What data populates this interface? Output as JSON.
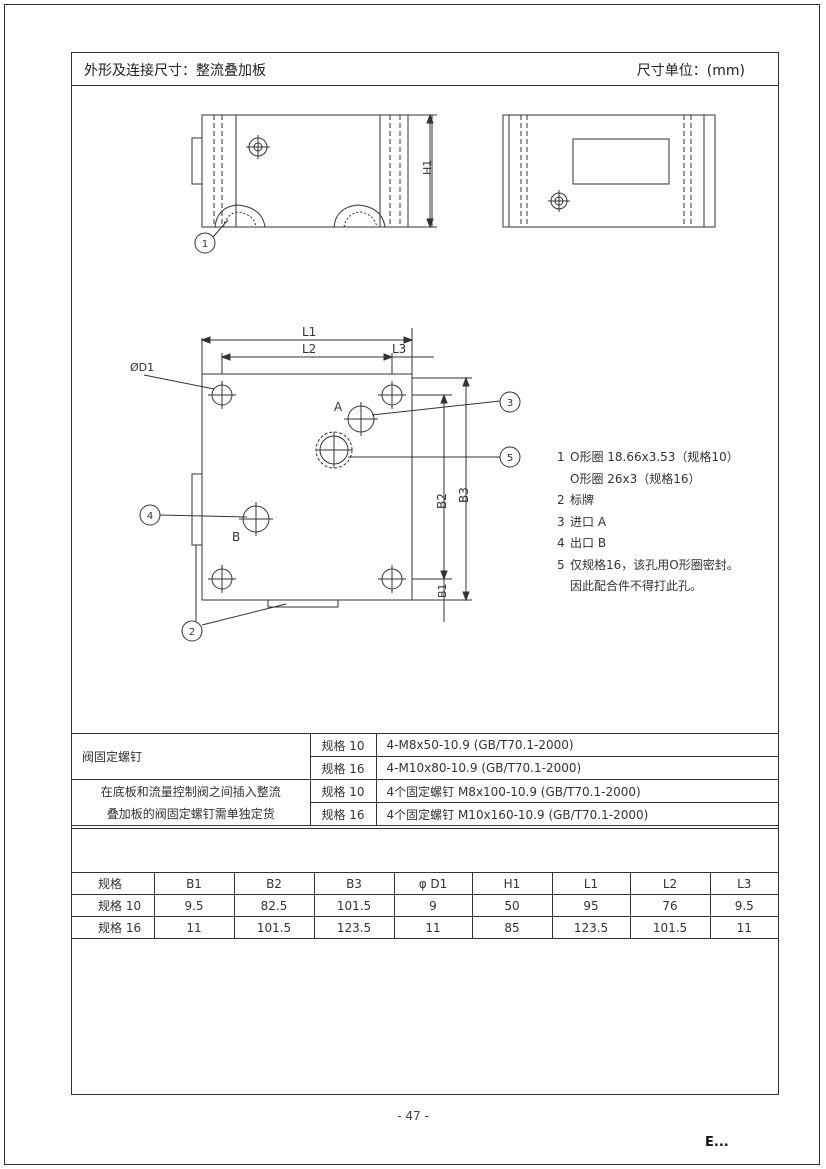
{
  "header": {
    "title": "外形及连接尺寸：整流叠加板",
    "unit": "尺寸单位：(mm)"
  },
  "drawing": {
    "callouts": [
      "1",
      "2",
      "3",
      "4",
      "5"
    ],
    "dim_labels": {
      "h1": "H1",
      "l1": "L1",
      "l2": "L2",
      "l3": "L3",
      "d1": "ØD1",
      "b1": "B1",
      "b2": "B2",
      "b3": "B3",
      "port_a": "A",
      "port_b": "B"
    }
  },
  "legend": [
    {
      "num": "1",
      "text": "O形圈 18.66x3.53（规格10）"
    },
    {
      "num": "",
      "text": "O形圈 26x3（规格16）"
    },
    {
      "num": "2",
      "text": "标牌"
    },
    {
      "num": "3",
      "text": "进口 A"
    },
    {
      "num": "4",
      "text": "出口 B"
    },
    {
      "num": "5",
      "text": "仅规格16，该孔用O形圈密封。"
    },
    {
      "num": "",
      "text": "因此配合件不得打此孔。"
    }
  ],
  "screws": {
    "title": "阀固定螺钉",
    "note_line1": "在底板和流量控制阀之间插入整流",
    "note_line2": "叠加板的阀固定螺钉需单独定货",
    "rows": [
      {
        "size": "规格 10",
        "value": "4-M8x50-10.9 (GB/T70.1-2000)"
      },
      {
        "size": "规格 16",
        "value": "4-M10x80-10.9 (GB/T70.1-2000)"
      },
      {
        "size": "规格 10",
        "value": "4个固定螺钉   M8x100-10.9 (GB/T70.1-2000)"
      },
      {
        "size": "规格 16",
        "value": "4个固定螺钉   M10x160-10.9 (GB/T70.1-2000)"
      }
    ]
  },
  "dimensions": {
    "headers": [
      "规格",
      "B1",
      "B2",
      "B3",
      "φ D1",
      "H1",
      "L1",
      "L2",
      "L3"
    ],
    "rows": [
      [
        "规格 10",
        "9.5",
        "82.5",
        "101.5",
        "9",
        "50",
        "95",
        "76",
        "9.5"
      ],
      [
        "规格 16",
        "11",
        "101.5",
        "123.5",
        "11",
        "85",
        "123.5",
        "101.5",
        "11"
      ]
    ]
  },
  "footer": {
    "page_number": "- 47 -",
    "mark": "E..."
  }
}
